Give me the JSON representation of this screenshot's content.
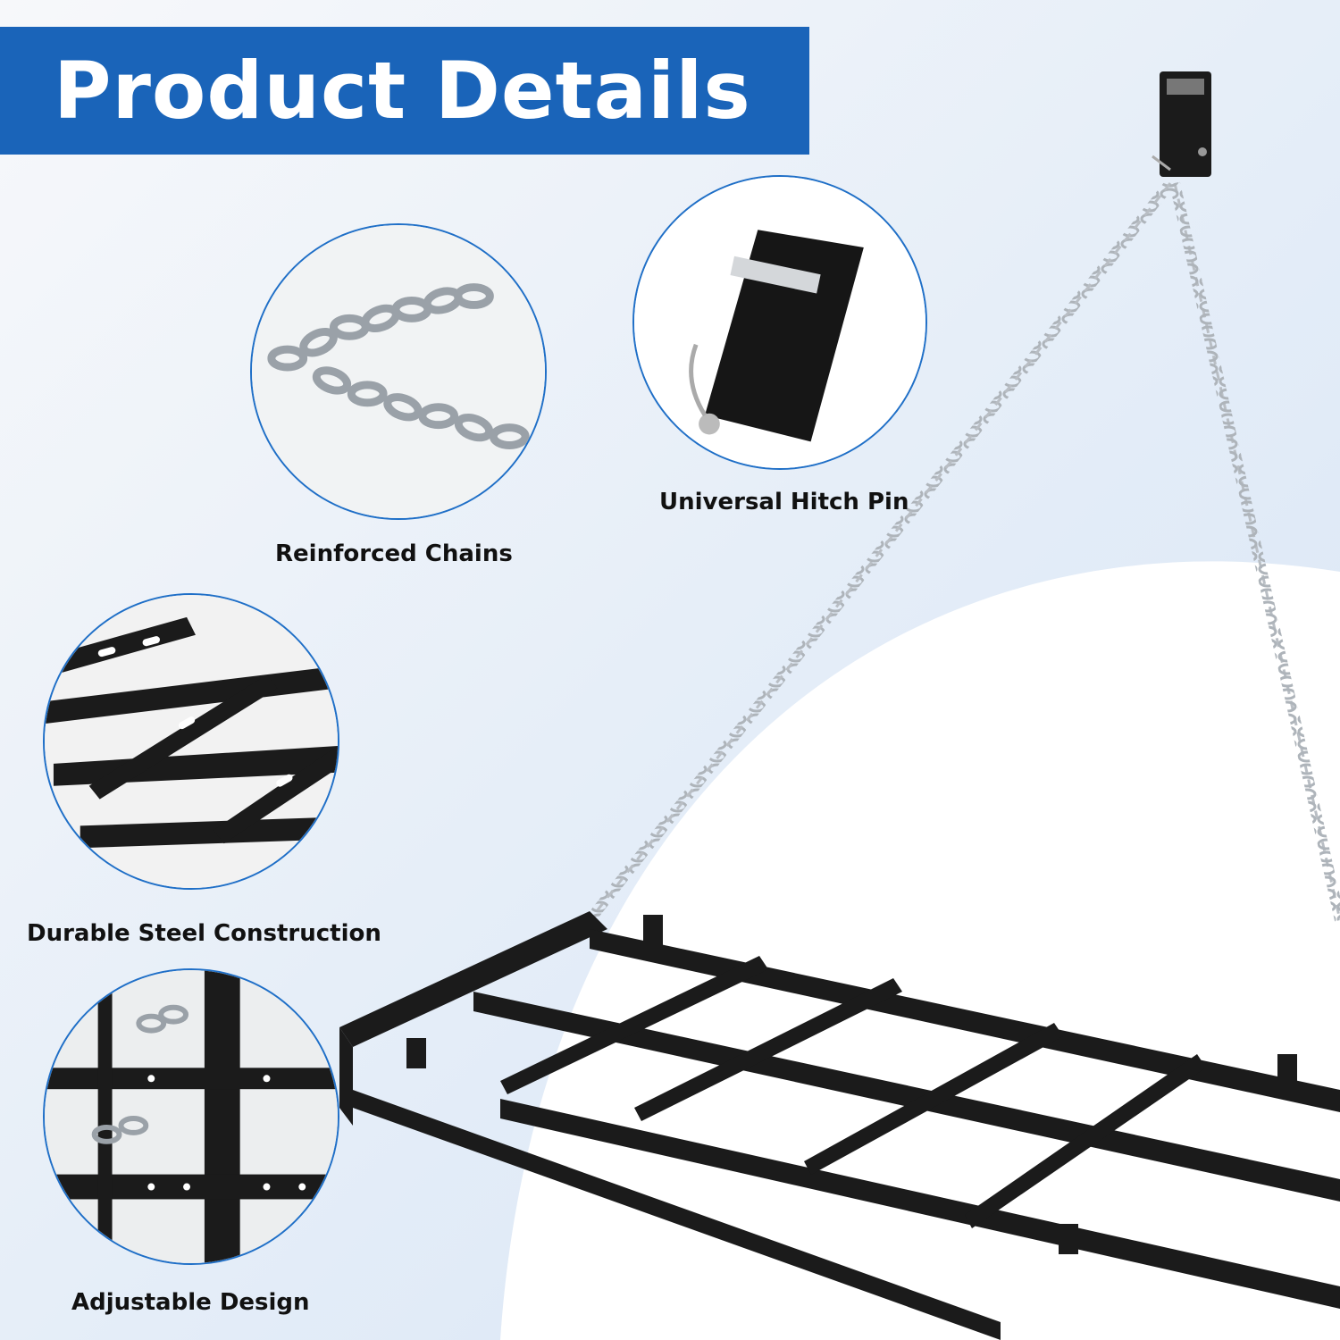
{
  "banner": {
    "title": "Product Details"
  },
  "features": [
    {
      "label": "Reinforced Chains",
      "icon": "chain-detail"
    },
    {
      "label": "Universal Hitch Pin",
      "icon": "hitch-pin-detail"
    },
    {
      "label": "Durable Steel Construction",
      "icon": "steel-frame-detail"
    },
    {
      "label": "Adjustable Design",
      "icon": "adjustable-frame-detail"
    }
  ],
  "colors": {
    "banner": "#1a64b9",
    "ring": "#1f6fc7",
    "steel": "#1b1b1b",
    "chain": "#b9bec4",
    "background_top": "#eef3f9",
    "background_arc": "#ffffff"
  }
}
